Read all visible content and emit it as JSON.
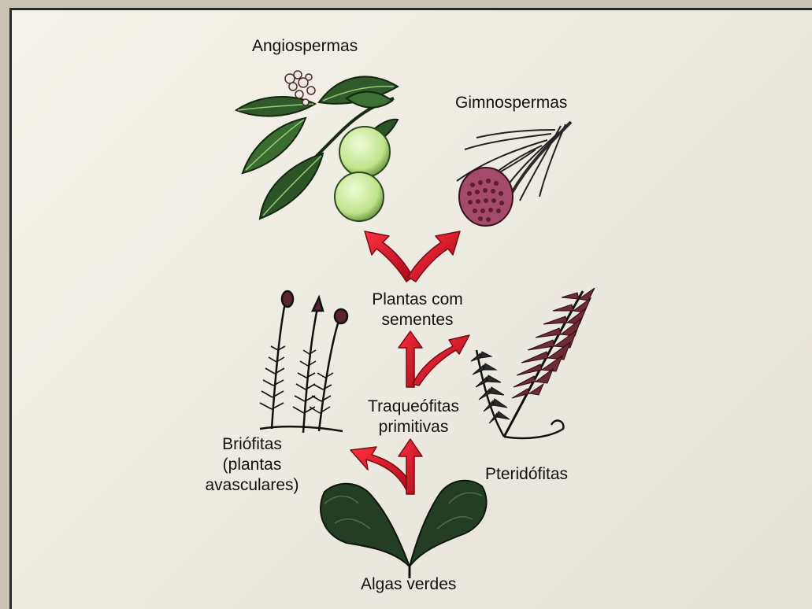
{
  "labels": {
    "angiospermas": "Angiospermas",
    "gimnospermas": "Gimnospermas",
    "plantas_com_sementes_l1": "Plantas com",
    "plantas_com_sementes_l2": "sementes",
    "traqueofitas_l1": "Traqueófitas",
    "traqueofitas_l2": "primitivas",
    "briofitas_l1": "Briófitas",
    "briofitas_l2": "(plantas",
    "briofitas_l3": "avasculares)",
    "pteridofitas": "Pteridófitas",
    "algas_verdes": "Algas verdes"
  },
  "colors": {
    "arrow": "#d8152a",
    "arrow_shade": "#8d0a16",
    "leaf_dark": "#2f5a2a",
    "leaf_light": "#7fae5a",
    "fruit": "#c7ea8c",
    "cone": "#a44b6a",
    "fern": "#6e2a35",
    "algae": "#233e23",
    "ink": "#111111"
  },
  "icons": [
    "angiosperm-plant-icon",
    "gymnosperm-branch-icon",
    "moss-icon",
    "fern-icon",
    "green-algae-icon",
    "evolution-arrow-icon"
  ]
}
